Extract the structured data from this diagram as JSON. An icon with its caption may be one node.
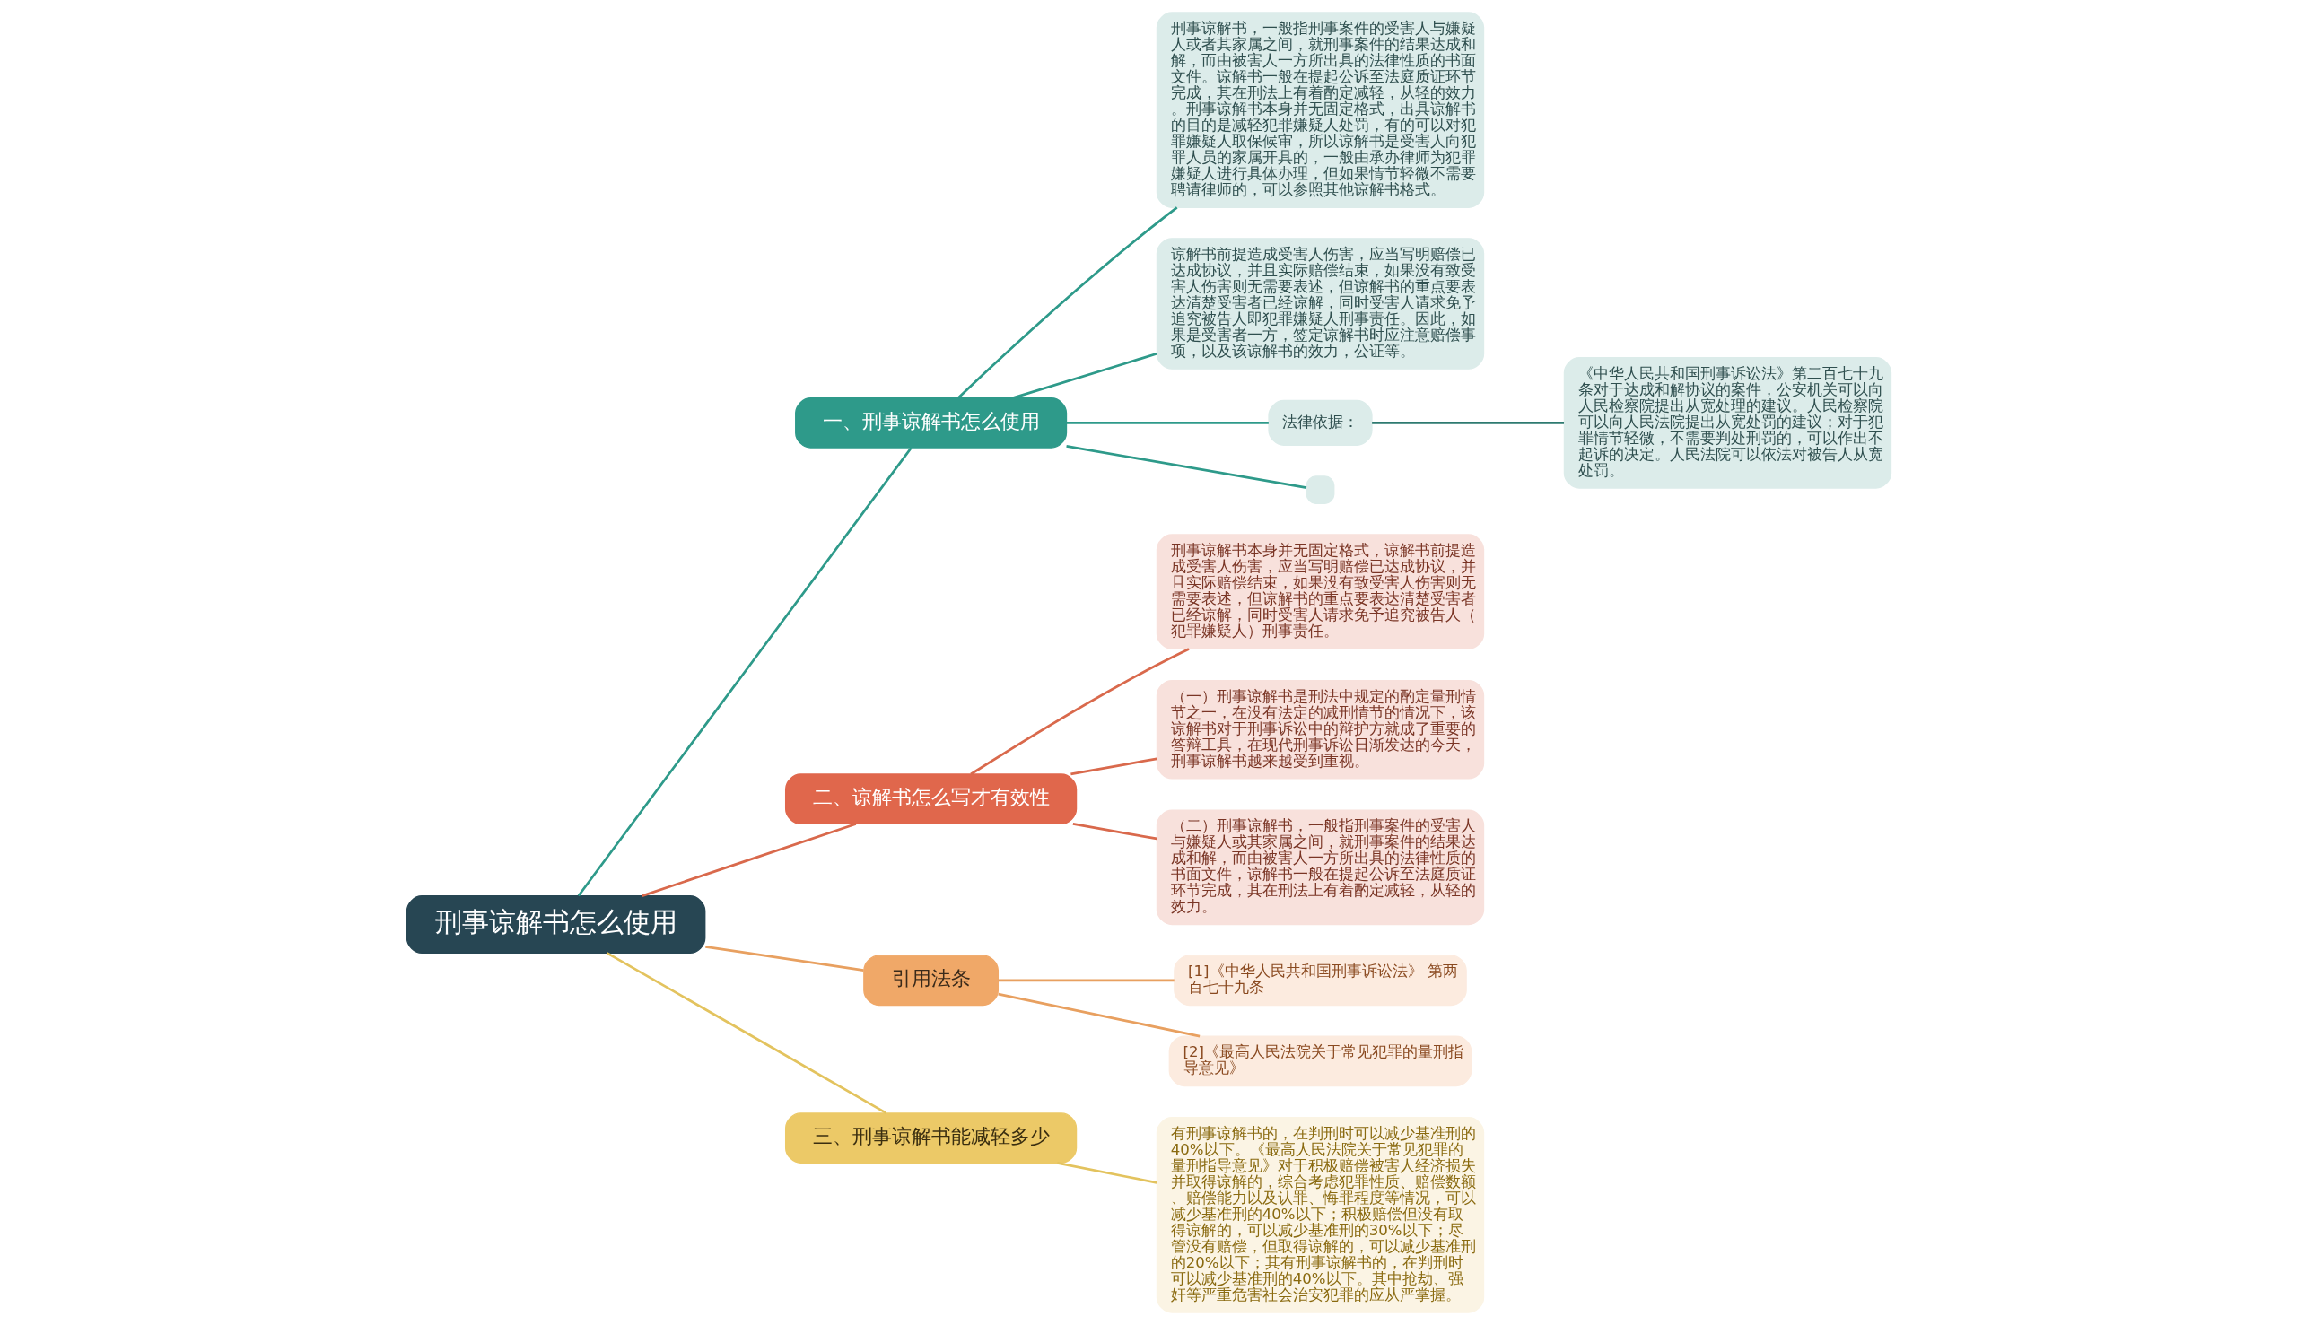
{
  "diagram": {
    "nodes": [
      {
        "text": [
          "刑事谅解书怎么使用"
        ]
      },
      {
        "text": [
          "一、刑事谅解书怎么使用"
        ]
      },
      {
        "text": [
          "刑事谅解书，一般指刑事案件的受害人与嫌疑人或者其家属之间，就刑事案件的结果达成和解，而由被害人一方所出具的法律性质的书面文件。谅解书一般在提起公诉至法庭质证环节完成，其在刑法上有着酌定减轻，从轻的效力。刑事谅解书本身并无固定格式，出具谅解书的目的是减轻犯罪嫌疑人处罚，有的可以对犯罪嫌疑人取保候审，所以谅解书是受害人向犯罪人员的家属开具的，一般由承办律师为犯罪嫌疑人进行具体办理，但如果情节轻微不需要聘请律师的，可以参照其他谅解书格式。"
        ]
      },
      {
        "text": [
          "谅解书前提造成受害人伤害，应当写明赔偿已达成协议，并且实际赔偿结束，如果没有致受害人伤害则无需要表述，但谅解书的重点要表达清楚受害者已经谅解，同时受害人请求免予追究被告人即犯罪嫌疑人刑事责任。因此，如果是受害者一方，签定谅解书时应注意赔偿事项，以及该谅解书的效力，公证等。"
        ]
      },
      {
        "text": [
          "法律依据："
        ]
      },
      {
        "text": [
          "《中华人民共和国刑事诉讼法》第二百七十九条对于达成和解协议的案件，公安机关可以向人民检察院提出从宽处理的建议。人民检察院可以向人民法院提出从宽处罚的建议；对于犯罪情节轻微，不需要判处刑罚的，可以作出不起诉的决定。人民法院可以依法对被告人从宽处罚。"
        ]
      },
      {
        "text": [],
        "shape": "box"
      },
      {
        "text": [
          "二、谅解书怎么写才有效性"
        ]
      },
      {
        "text": [
          "刑事谅解书本身并无固定格式，谅解书前提造成受害人伤害，应当写明赔偿已达成协议，并且实际赔偿结束，如果没有致受害人伤害则无需要表述，但谅解书的重点要表达清楚受害者已经谅解，同时受害人请求免予追究被告人（犯罪嫌疑人）刑事责任。"
        ]
      },
      {
        "text": [
          "（一）刑事谅解书是刑法中规定的酌定量刑情节之一，在没有法定的减刑情节的情况下，该谅解书对于刑事诉讼中的辩护方就成了重要的答辩工具，在现代刑事诉讼日渐发达的今天，刑事谅解书越来越受到重视。"
        ]
      },
      {
        "text": [
          "（二）刑事谅解书，一般指刑事案件的受害人与嫌疑人或其家属之间，就刑事案件的结果达成和解，而由被害人一方所出具的法律性质的书面文件，谅解书一般在提起公诉至法庭质证环节完成，其在刑法上有着酌定减轻，从轻的效力。"
        ]
      },
      {
        "text": [
          "引用法条"
        ]
      },
      {
        "text": [
          "[1]《中华人民共和国刑事诉讼法》 第两百七十九条"
        ]
      },
      {
        "text": [
          "[2]《最高人民法院关于常见犯罪的量刑指导意见》"
        ]
      },
      {
        "text": [
          "三、刑事谅解书能减轻多少"
        ]
      },
      {
        "text": [
          "有刑事谅解书的，在判刑时可以减少基准刑的40%以下。《最高人民法院关于常见犯罪的量刑指导意见》对于积极赔偿被害人经济损失并取得谅解的，综合考虑犯罪性质、赔偿数额、赔偿能力以及认罪、悔罪程度等情况，可以减少基准刑的40%以下；积极赔偿但没有取得谅解的，可以减少基准刑的30%以下；尽管没有赔偿，但取得谅解的，可以减少基准刑的20%以下；其有刑事谅解书的，在判刑时可以减少基准刑的40%以下。其中抢劫、强奸等严重危害社会治安犯罪的应从严掌握。"
        ]
      }
    ],
    "edges": [
      {
        "from": 0,
        "to": 1,
        "arrow": "none",
        "color": "#2e9a8a"
      },
      {
        "from": 1,
        "to": 2,
        "arrow": "none",
        "color": "#2e9a8a"
      },
      {
        "from": 1,
        "to": 3,
        "arrow": "none",
        "color": "#2e9a8a"
      },
      {
        "from": 1,
        "to": 4,
        "arrow": "none",
        "color": "#2e9a8a"
      },
      {
        "from": 4,
        "to": 5,
        "arrow": "none",
        "color": "#2e7a70"
      },
      {
        "from": 1,
        "to": 6,
        "arrow": "none",
        "color": "#2e9a8a"
      },
      {
        "from": 0,
        "to": 7,
        "arrow": "none",
        "color": "#d9694c"
      },
      {
        "from": 7,
        "to": 8,
        "arrow": "none",
        "color": "#d9694c"
      },
      {
        "from": 7,
        "to": 9,
        "arrow": "none",
        "color": "#d9694c"
      },
      {
        "from": 7,
        "to": 10,
        "arrow": "none",
        "color": "#d9694c"
      },
      {
        "from": 0,
        "to": 11,
        "arrow": "none",
        "color": "#e8a060"
      },
      {
        "from": 11,
        "to": 12,
        "arrow": "none",
        "color": "#e8a060"
      },
      {
        "from": 11,
        "to": 13,
        "arrow": "none",
        "color": "#e8a060"
      },
      {
        "from": 0,
        "to": 14,
        "arrow": "none",
        "color": "#e3c35e"
      },
      {
        "from": 14,
        "to": 15,
        "arrow": "none",
        "color": "#e3c35e"
      }
    ]
  }
}
